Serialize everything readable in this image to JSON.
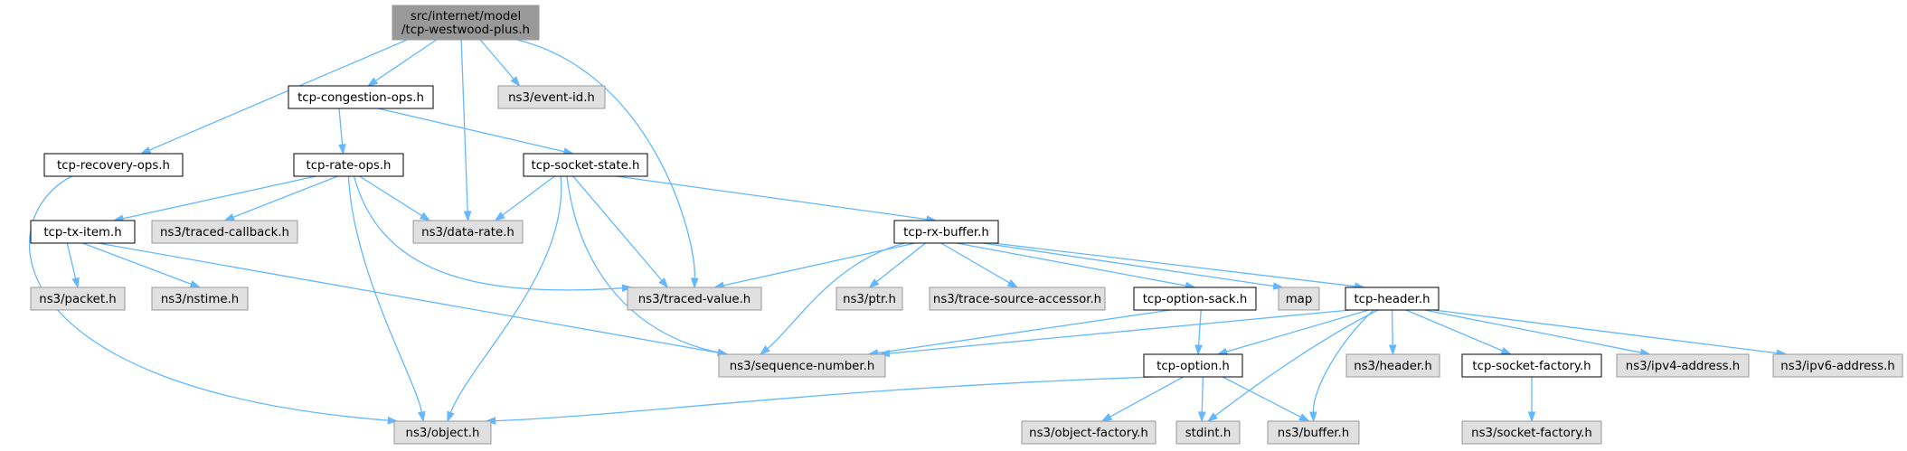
{
  "colors": {
    "root_fill": "#999999",
    "local_fill": "#ffffff",
    "external_fill": "#e0e0e0",
    "local_stroke": "#000000",
    "external_stroke": "#999999",
    "edge": "#63b8ff"
  },
  "nodes": [
    {
      "id": "root",
      "kind": "root",
      "lines": [
        "src/internet/model",
        "/tcp-westwood-plus.h"
      ]
    },
    {
      "id": "cong",
      "kind": "local",
      "lines": [
        "tcp-congestion-ops.h"
      ]
    },
    {
      "id": "eventid",
      "kind": "external",
      "lines": [
        "ns3/event-id.h"
      ]
    },
    {
      "id": "recovery",
      "kind": "local",
      "lines": [
        "tcp-recovery-ops.h"
      ]
    },
    {
      "id": "rateops",
      "kind": "local",
      "lines": [
        "tcp-rate-ops.h"
      ]
    },
    {
      "id": "sockstate",
      "kind": "local",
      "lines": [
        "tcp-socket-state.h"
      ]
    },
    {
      "id": "txitem",
      "kind": "local",
      "lines": [
        "tcp-tx-item.h"
      ]
    },
    {
      "id": "tracedcb",
      "kind": "external",
      "lines": [
        "ns3/traced-callback.h"
      ]
    },
    {
      "id": "datarate",
      "kind": "external",
      "lines": [
        "ns3/data-rate.h"
      ]
    },
    {
      "id": "rxbuf",
      "kind": "local",
      "lines": [
        "tcp-rx-buffer.h"
      ]
    },
    {
      "id": "packet",
      "kind": "external",
      "lines": [
        "ns3/packet.h"
      ]
    },
    {
      "id": "nstime",
      "kind": "external",
      "lines": [
        "ns3/nstime.h"
      ]
    },
    {
      "id": "tracedval",
      "kind": "external",
      "lines": [
        "ns3/traced-value.h"
      ]
    },
    {
      "id": "ptr",
      "kind": "external",
      "lines": [
        "ns3/ptr.h"
      ]
    },
    {
      "id": "tsa",
      "kind": "external",
      "lines": [
        "ns3/trace-source-accessor.h"
      ]
    },
    {
      "id": "optsack",
      "kind": "local",
      "lines": [
        "tcp-option-sack.h"
      ]
    },
    {
      "id": "map",
      "kind": "external",
      "lines": [
        "map"
      ]
    },
    {
      "id": "header",
      "kind": "local",
      "lines": [
        "tcp-header.h"
      ]
    },
    {
      "id": "seqnum",
      "kind": "external",
      "lines": [
        "ns3/sequence-number.h"
      ]
    },
    {
      "id": "option",
      "kind": "local",
      "lines": [
        "tcp-option.h"
      ]
    },
    {
      "id": "ns3header",
      "kind": "external",
      "lines": [
        "ns3/header.h"
      ]
    },
    {
      "id": "sockfactory",
      "kind": "local",
      "lines": [
        "tcp-socket-factory.h"
      ]
    },
    {
      "id": "ipv4",
      "kind": "external",
      "lines": [
        "ns3/ipv4-address.h"
      ]
    },
    {
      "id": "ipv6",
      "kind": "external",
      "lines": [
        "ns3/ipv6-address.h"
      ]
    },
    {
      "id": "object",
      "kind": "external",
      "lines": [
        "ns3/object.h"
      ]
    },
    {
      "id": "objfactory",
      "kind": "external",
      "lines": [
        "ns3/object-factory.h"
      ]
    },
    {
      "id": "stdint",
      "kind": "external",
      "lines": [
        "stdint.h"
      ]
    },
    {
      "id": "buffer",
      "kind": "external",
      "lines": [
        "ns3/buffer.h"
      ]
    },
    {
      "id": "ns3sockfactory",
      "kind": "external",
      "lines": [
        "ns3/socket-factory.h"
      ]
    }
  ],
  "edges": [
    {
      "from": "root",
      "to": "cong"
    },
    {
      "from": "root",
      "to": "eventid"
    },
    {
      "from": "root",
      "to": "recovery"
    },
    {
      "from": "root",
      "to": "datarate"
    },
    {
      "from": "root",
      "to": "tracedval"
    },
    {
      "from": "cong",
      "to": "rateops"
    },
    {
      "from": "cong",
      "to": "sockstate"
    },
    {
      "from": "recovery",
      "to": "object"
    },
    {
      "from": "rateops",
      "to": "txitem"
    },
    {
      "from": "rateops",
      "to": "tracedcb"
    },
    {
      "from": "rateops",
      "to": "datarate"
    },
    {
      "from": "rateops",
      "to": "tracedval"
    },
    {
      "from": "rateops",
      "to": "object"
    },
    {
      "from": "sockstate",
      "to": "datarate"
    },
    {
      "from": "sockstate",
      "to": "rxbuf"
    },
    {
      "from": "sockstate",
      "to": "tracedval"
    },
    {
      "from": "sockstate",
      "to": "seqnum"
    },
    {
      "from": "sockstate",
      "to": "object"
    },
    {
      "from": "txitem",
      "to": "packet"
    },
    {
      "from": "txitem",
      "to": "nstime"
    },
    {
      "from": "txitem",
      "to": "seqnum"
    },
    {
      "from": "rxbuf",
      "to": "tracedval"
    },
    {
      "from": "rxbuf",
      "to": "ptr"
    },
    {
      "from": "rxbuf",
      "to": "tsa"
    },
    {
      "from": "rxbuf",
      "to": "optsack"
    },
    {
      "from": "rxbuf",
      "to": "map"
    },
    {
      "from": "rxbuf",
      "to": "header"
    },
    {
      "from": "rxbuf",
      "to": "seqnum"
    },
    {
      "from": "optsack",
      "to": "seqnum"
    },
    {
      "from": "optsack",
      "to": "option"
    },
    {
      "from": "header",
      "to": "seqnum"
    },
    {
      "from": "header",
      "to": "option"
    },
    {
      "from": "header",
      "to": "ns3header"
    },
    {
      "from": "header",
      "to": "sockfactory"
    },
    {
      "from": "header",
      "to": "ipv4"
    },
    {
      "from": "header",
      "to": "ipv6"
    },
    {
      "from": "header",
      "to": "stdint"
    },
    {
      "from": "header",
      "to": "buffer"
    },
    {
      "from": "option",
      "to": "object"
    },
    {
      "from": "option",
      "to": "objfactory"
    },
    {
      "from": "option",
      "to": "stdint"
    },
    {
      "from": "option",
      "to": "buffer"
    },
    {
      "from": "sockfactory",
      "to": "ns3sockfactory"
    }
  ]
}
